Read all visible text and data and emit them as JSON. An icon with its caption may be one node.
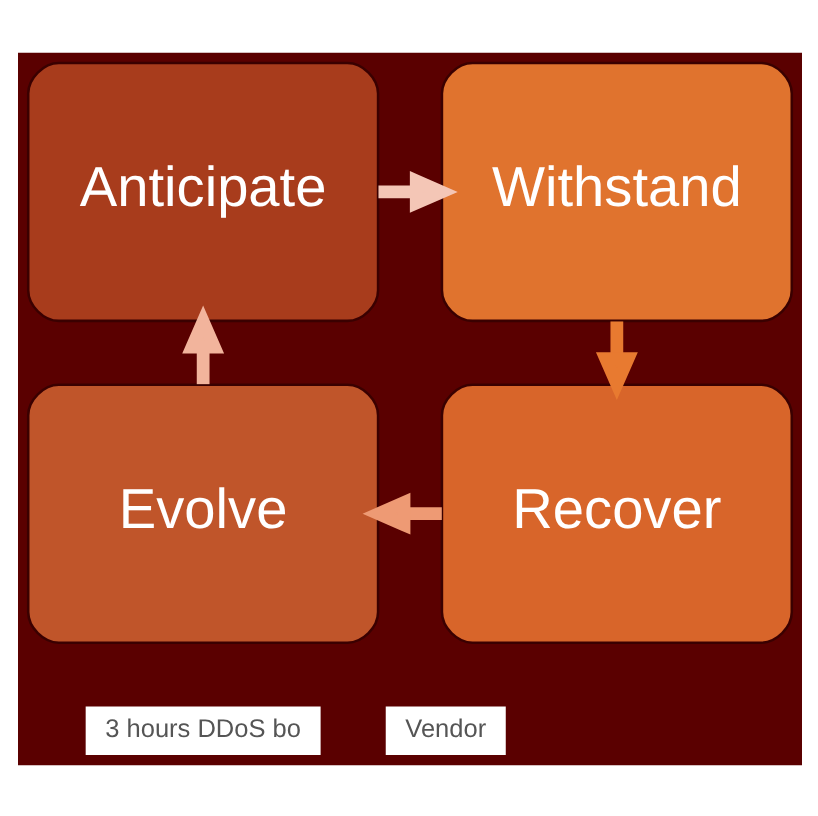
{
  "diagram": {
    "nodes": [
      {
        "text": [
          "Anticipate"
        ]
      },
      {
        "text": [
          "Withstand"
        ]
      },
      {
        "text": [
          "Recover"
        ]
      },
      {
        "text": [
          "Evolve"
        ]
      }
    ],
    "edges": [
      {
        "from": 0,
        "to": 1,
        "arrow": "to",
        "color": "#f4c6b6"
      },
      {
        "from": 1,
        "to": 2,
        "arrow": "to",
        "color": "#e87a30"
      },
      {
        "from": 2,
        "to": 3,
        "arrow": "to",
        "color": "#ee9a74"
      },
      {
        "from": 3,
        "to": 0,
        "arrow": "to",
        "color": "#f2b49c"
      }
    ],
    "labels": [
      "3 hours DDoS bo",
      "Vendor"
    ]
  }
}
